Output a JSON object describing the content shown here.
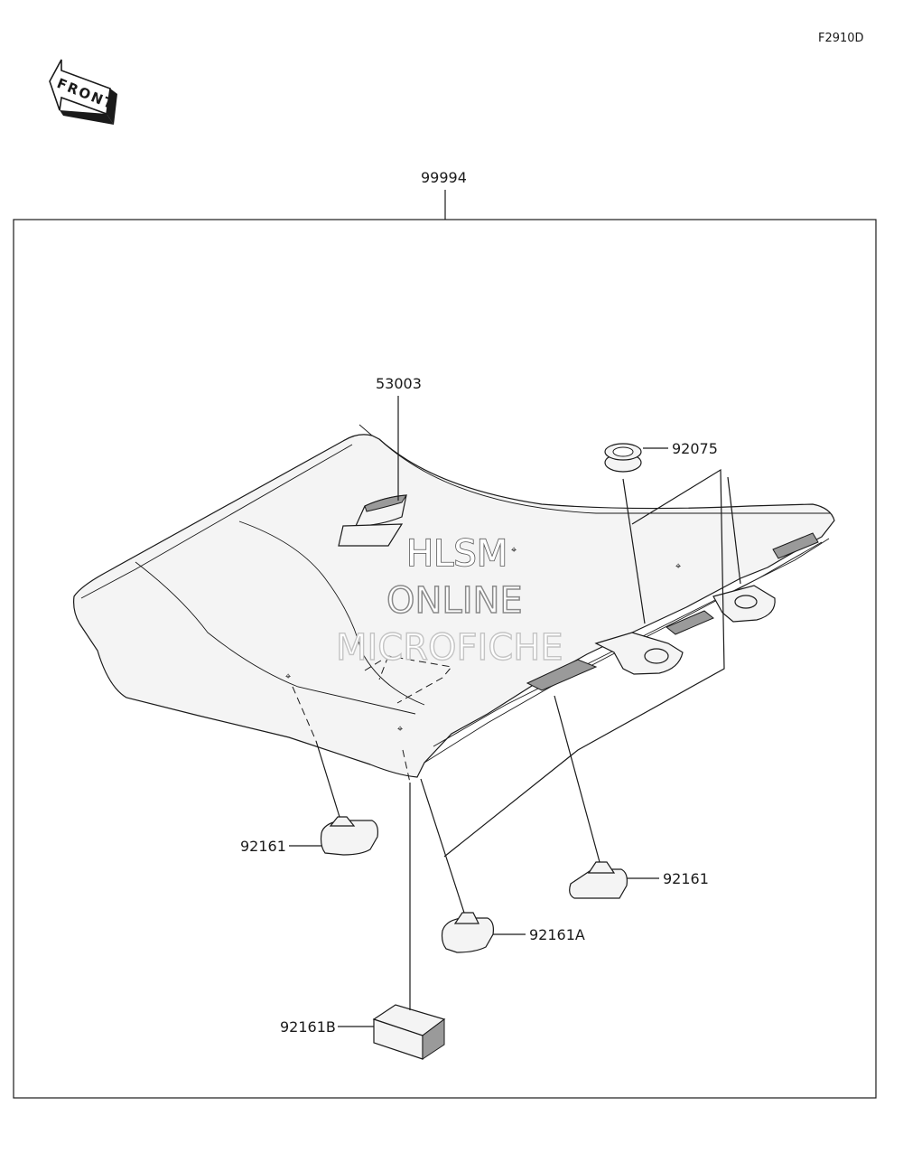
{
  "diagram_code": "F2910D",
  "front_arrow": {
    "label": "FRONT"
  },
  "assembly": {
    "part_number": "99994"
  },
  "parts": {
    "seat_cover": "53003",
    "grommet": "92075",
    "damper_left": "92161",
    "damper_right": "92161",
    "damper_center": "92161A",
    "damper_block": "92161B"
  },
  "watermark": {
    "line1": "HLSM",
    "line2": "ONLINE",
    "line3": "MICROFICHE"
  }
}
